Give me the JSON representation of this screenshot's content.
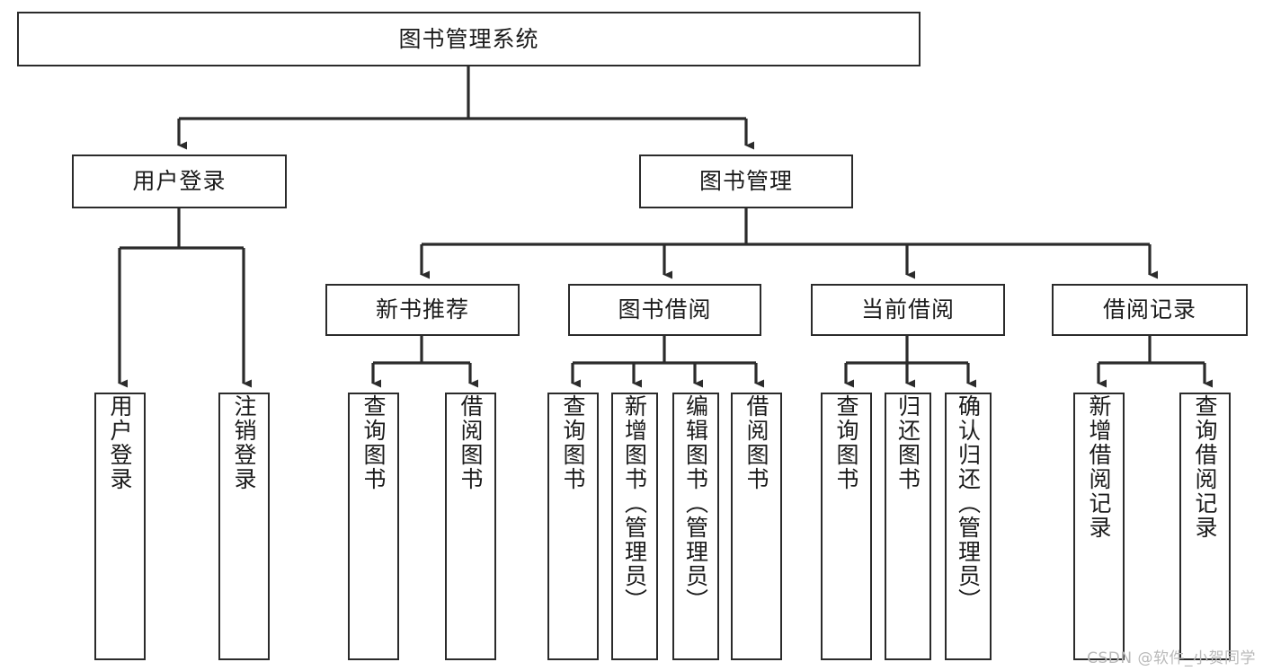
{
  "diagram": {
    "title": "图书管理系统",
    "type": "tree-hierarchy-chart",
    "watermark": "CSDN @软件_小贺同学",
    "colors": {
      "border": "#2b2b2b",
      "background": "#ffffff",
      "text": "#1b1b1b",
      "watermark": "#b9b9b9"
    },
    "levels": {
      "root": {
        "label": "图书管理系统"
      },
      "level2": [
        {
          "label": "用户登录"
        },
        {
          "label": "图书管理"
        }
      ],
      "level3": [
        {
          "label": "新书推荐"
        },
        {
          "label": "图书借阅"
        },
        {
          "label": "当前借阅"
        },
        {
          "label": "借阅记录"
        }
      ],
      "leaves": {
        "user_login": [
          {
            "label": "用户登录"
          },
          {
            "label": "注销登录"
          }
        ],
        "new_book_recommend": [
          {
            "label": "查询图书"
          },
          {
            "label": "借阅图书"
          }
        ],
        "book_borrow": [
          {
            "label": "查询图书"
          },
          {
            "label": "新增图书（管理员）"
          },
          {
            "label": "编辑图书（管理员）"
          },
          {
            "label": "借阅图书"
          }
        ],
        "current_borrow": [
          {
            "label": "查询图书"
          },
          {
            "label": "归还图书"
          },
          {
            "label": "确认归还（管理员）"
          }
        ],
        "borrow_record": [
          {
            "label": "新增借阅记录"
          },
          {
            "label": "查询借阅记录"
          }
        ]
      }
    }
  }
}
